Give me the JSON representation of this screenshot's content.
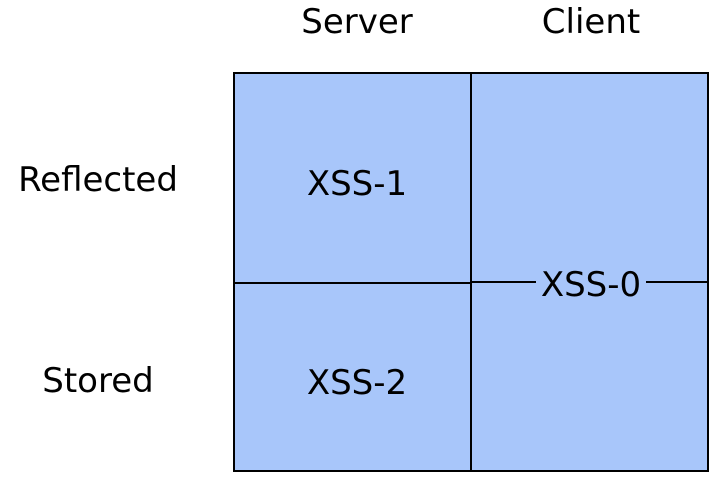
{
  "columns": {
    "server": "Server",
    "client": "Client"
  },
  "rows": {
    "reflected": "Reflected",
    "stored": "Stored"
  },
  "cells": {
    "server_reflected": "XSS-1",
    "server_stored": "XSS-2",
    "client_combined": "XSS-0"
  },
  "colors": {
    "cell_fill": "#a8c6fa",
    "border": "#000000"
  }
}
